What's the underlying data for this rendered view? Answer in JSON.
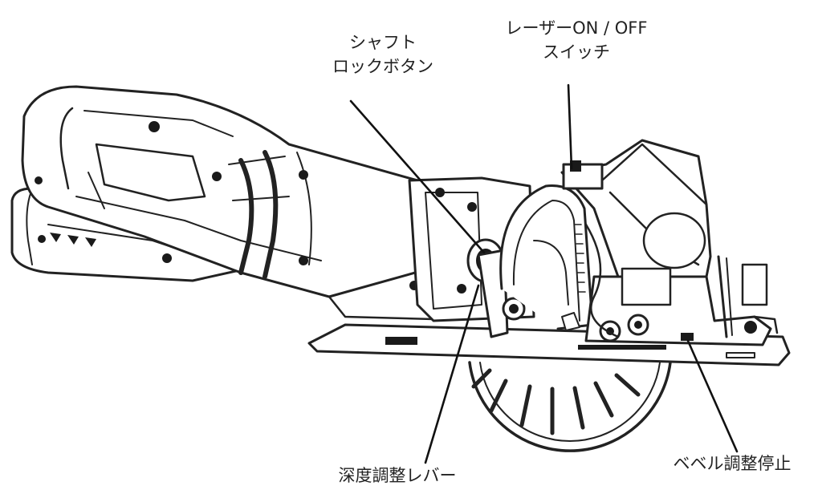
{
  "labels": {
    "laser_switch": {
      "line1": "レーザーON / OFF",
      "line2": "スイッチ"
    },
    "shaft_lock": {
      "line1": "シャフト",
      "line2": "ロックボタン"
    },
    "depth_lever": {
      "text": "深度調整レバー"
    },
    "bevel_stop": {
      "text": "ベベル調整停止"
    }
  },
  "colors": {
    "ink": "#222222",
    "fill": "#ffffff",
    "dark": "#1a1a1a"
  }
}
